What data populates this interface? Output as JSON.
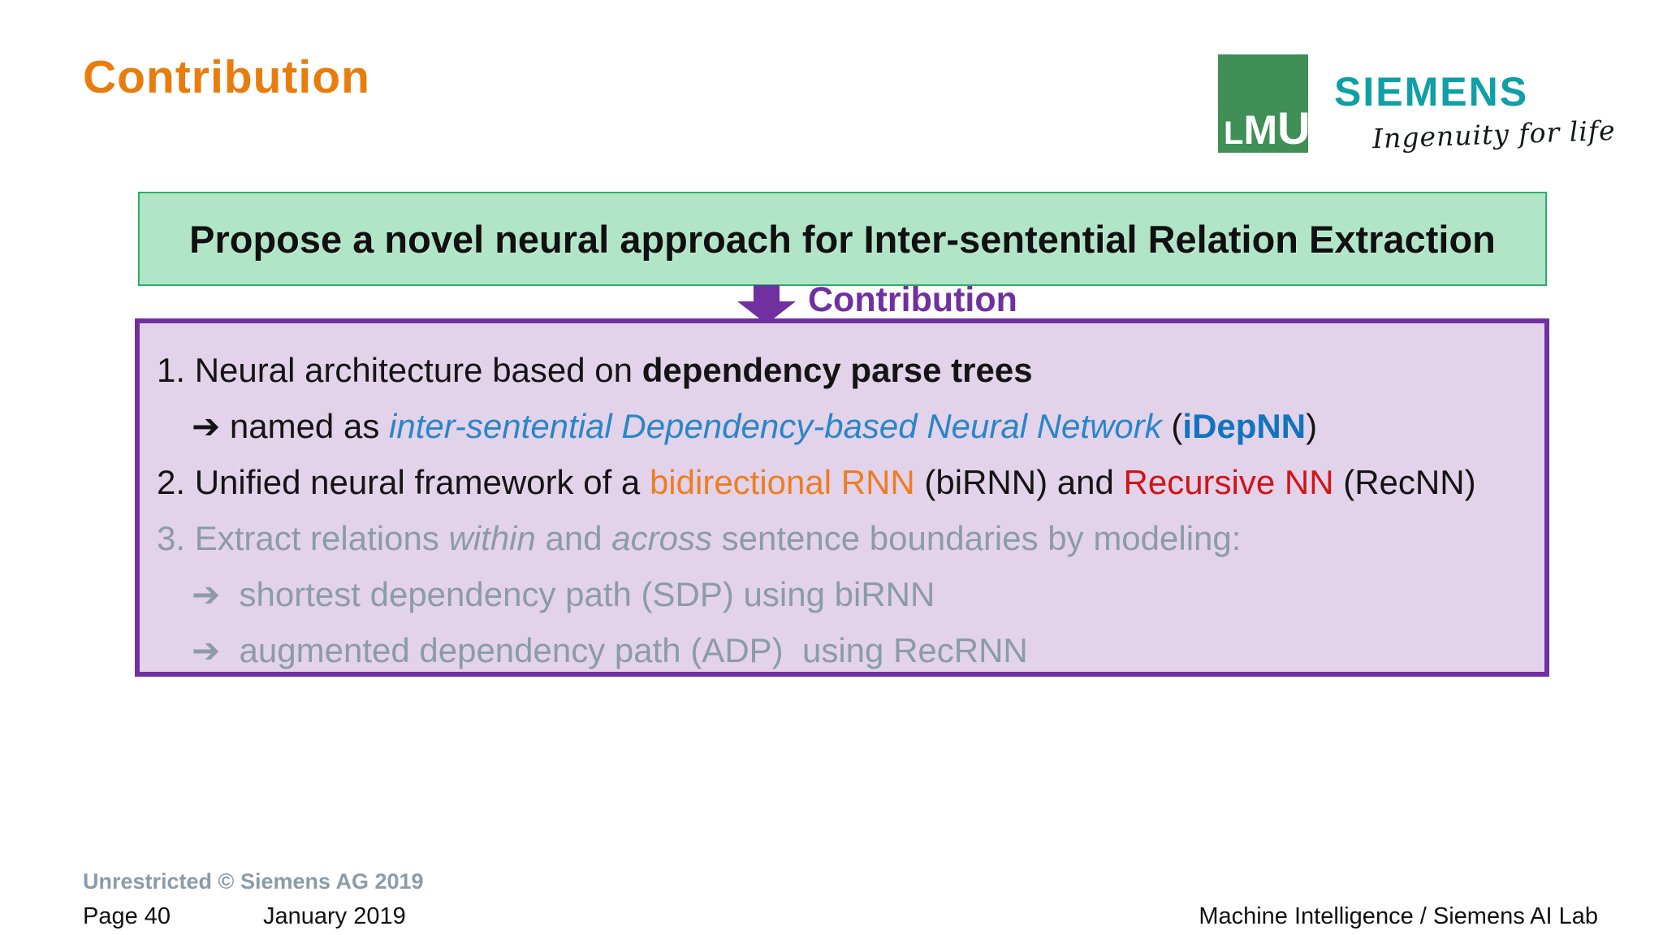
{
  "slide": {
    "title": "Contribution",
    "logos": {
      "lmu": {
        "l1": "L",
        "l2": "M",
        "l3": "U"
      },
      "siemens_wordmark": "SIEMENS",
      "siemens_tagline": "Ingenuity for life"
    },
    "banner": {
      "text": "Propose a novel neural approach for Inter-sentential Relation Extraction"
    },
    "callout": {
      "label": "Contribution",
      "icon": "arrow-down-block"
    },
    "contribution_box": {
      "lines": [
        [
          {
            "t": "1. Neural architecture based on ",
            "s": ""
          },
          {
            "t": "dependency parse trees",
            "s": "b"
          }
        ],
        [
          {
            "t": "➔",
            "s": "arrow",
            "n": "arrow-right-icon"
          },
          {
            "t": " named as ",
            "s": ""
          },
          {
            "t": "inter-sentential Dependency-based Neural Network",
            "s": "i blue"
          },
          {
            "t": " (",
            "s": ""
          },
          {
            "t": "iDepNN",
            "s": "blueb"
          },
          {
            "t": ")",
            "s": ""
          }
        ],
        [
          {
            "t": "2. Unified neural framework of a ",
            "s": ""
          },
          {
            "t": "bidirectional RNN",
            "s": "orange"
          },
          {
            "t": " (biRNN) and ",
            "s": ""
          },
          {
            "t": "Recursive NN",
            "s": "red"
          },
          {
            "t": " (RecNN)",
            "s": ""
          }
        ],
        [
          {
            "t": "3. Extract relations ",
            "s": "gray"
          },
          {
            "t": "within",
            "s": "gray i"
          },
          {
            "t": " and ",
            "s": "gray"
          },
          {
            "t": "across",
            "s": "gray i"
          },
          {
            "t": " sentence boundaries by modeling:",
            "s": "gray"
          }
        ],
        [
          {
            "t": "➔",
            "s": "arrow gray",
            "n": "arrow-right-icon"
          },
          {
            "t": "  shortest dependency path (SDP) using biRNN",
            "s": "gray"
          }
        ],
        [
          {
            "t": "➔",
            "s": "arrow gray",
            "n": "arrow-right-icon"
          },
          {
            "t": "  augmented dependency path (ADP)  using RecRNN",
            "s": "gray"
          }
        ]
      ]
    },
    "footer": {
      "classification": "Unrestricted © Siemens AG 2019",
      "page": "Page 40",
      "date": "January 2019",
      "right": "Machine Intelligence / Siemens AI Lab"
    },
    "colors": {
      "title_orange": "#E87D0E",
      "siemens_teal": "#0F9FA6",
      "lmu_green": "#3F8F56",
      "banner_fill": "#B0E5C7",
      "banner_border": "#2FAE66",
      "purple": "#7030A0",
      "purple_box_fill": "#E2D3EA",
      "blue_italic": "#2B85C8",
      "blue_bold": "#1273BE",
      "orange_text": "#ED7D23",
      "red_text": "#D01418",
      "gray_text": "#8C9BA8"
    }
  }
}
